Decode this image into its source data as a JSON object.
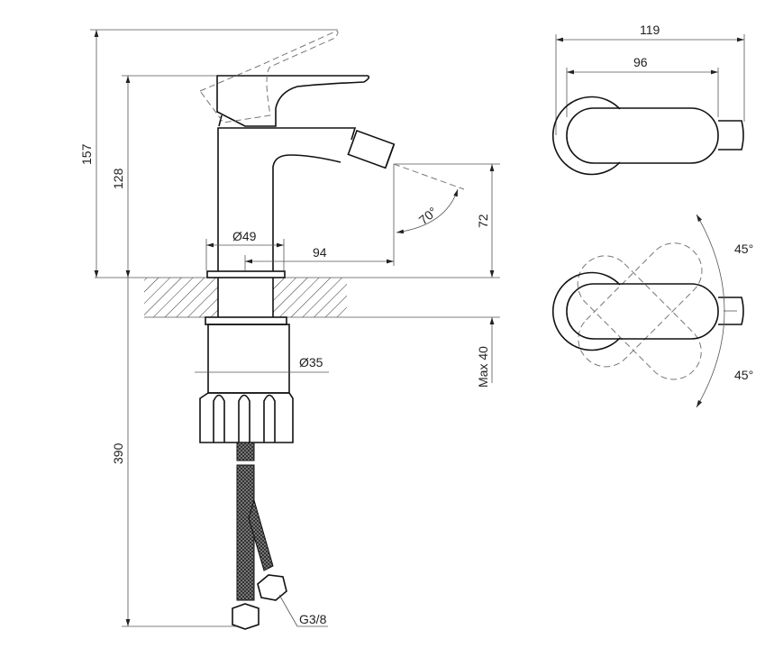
{
  "drawing": {
    "title": "Bidet mixer dimension drawing",
    "dimensions": {
      "total_height": "157",
      "body_height": "128",
      "below_counter": "390",
      "spout_height": "72",
      "spout_angle": "70°",
      "base_diameter": "Ø49",
      "spout_reach": "94",
      "shank_diameter": "Ø35",
      "max_counter_thickness": "Max 40",
      "connection_thread": "G3/8",
      "overall_length": "119",
      "lever_length": "96",
      "rotation_up": "45°",
      "rotation_down": "45°"
    }
  }
}
